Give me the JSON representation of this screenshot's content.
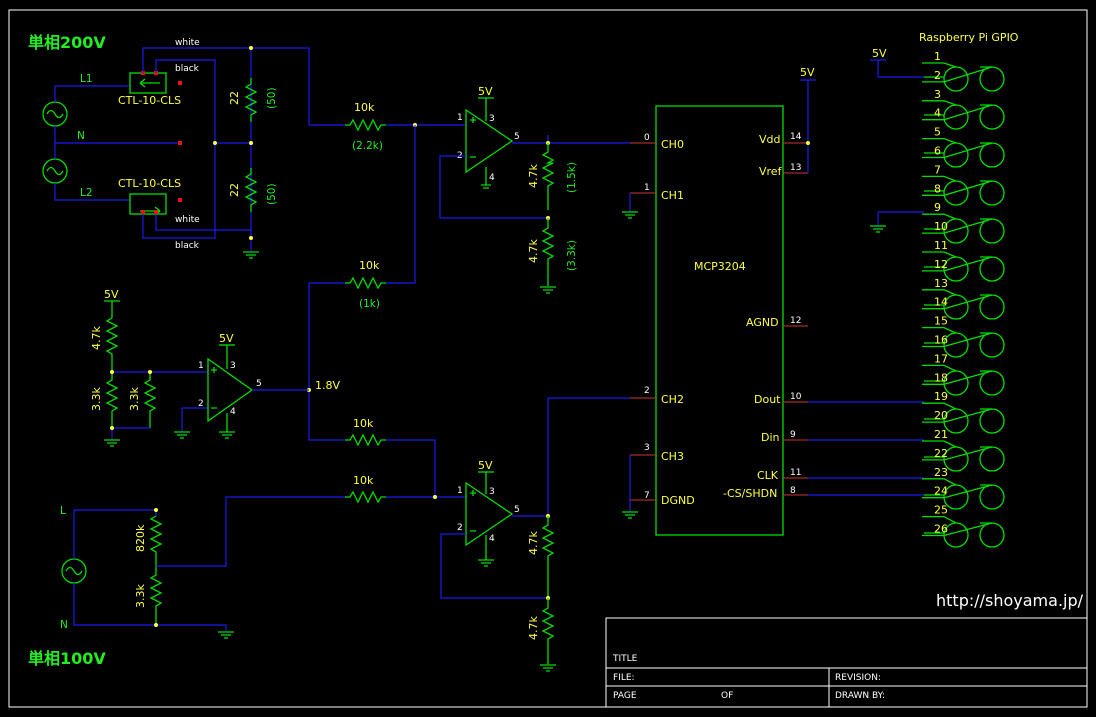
{
  "supply": {
    "title_200v": "単相200V",
    "title_100v": "単相100V",
    "l1": "L1",
    "n": "N",
    "l2": "L2",
    "l": "L",
    "n2": "N"
  },
  "ct": {
    "label1": "CTL-10-CLS",
    "label2": "CTL-10-CLS",
    "white1": "white",
    "black1": "black",
    "white2": "white",
    "black2": "black"
  },
  "resistors": {
    "r22a": "22",
    "r50a": "(50)",
    "r22b": "22",
    "r50b": "(50)",
    "r10k_1": "10k",
    "r2_2k": "(2.2k)",
    "r10k_2": "10k",
    "r1k": "(1k)",
    "r4_7k_a": "4.7k",
    "r1_5k": "(1.5k)",
    "r4_7k_b": "4.7k",
    "r3_3k_a": "(3.3k)",
    "rb_4_7k": "4.7k",
    "rb_3_3k_1": "3.3k",
    "rb_3_3k_2": "3.3k",
    "r10k_3": "10k",
    "r10k_4": "10k",
    "r820k": "820k",
    "r3_3k_v": "3.3k",
    "r4_7k_c": "4.7k",
    "r4_7k_d": "4.7k"
  },
  "opamps": {
    "u1": {
      "vcc": "5V",
      "p1": "1",
      "p2": "2",
      "p3": "3",
      "p4": "4",
      "p5": "5"
    },
    "u2": {
      "vcc": "5V",
      "p1": "1",
      "p2": "2",
      "p3": "3",
      "p4": "4",
      "p5": "5"
    },
    "u3": {
      "vcc": "5V",
      "p1": "1",
      "p2": "2",
      "p3": "3",
      "p4": "4",
      "p5": "5"
    }
  },
  "bias": {
    "vcc": "5V",
    "vout": "1.8V"
  },
  "adc": {
    "name": "MCP3204",
    "left_pins": [
      {
        "num": "0",
        "label": "CH0"
      },
      {
        "num": "1",
        "label": "CH1"
      },
      {
        "num": "2",
        "label": "CH2"
      },
      {
        "num": "3",
        "label": "CH3"
      },
      {
        "num": "7",
        "label": "DGND"
      }
    ],
    "right_pins": [
      {
        "num": "14",
        "label": "Vdd"
      },
      {
        "num": "13",
        "label": "Vref"
      },
      {
        "num": "12",
        "label": "AGND"
      },
      {
        "num": "10",
        "label": "Dout"
      },
      {
        "num": "9",
        "label": "Din"
      },
      {
        "num": "11",
        "label": "CLK"
      },
      {
        "num": "8",
        "label": "-CS/SHDN"
      }
    ],
    "vdd_supply": "5V"
  },
  "gpio": {
    "title": "Raspberry Pi GPIO",
    "supply": "5V",
    "pins": [
      "1",
      "2",
      "3",
      "4",
      "5",
      "6",
      "7",
      "8",
      "9",
      "10",
      "11",
      "12",
      "13",
      "14",
      "15",
      "16",
      "17",
      "18",
      "19",
      "20",
      "21",
      "22",
      "23",
      "24",
      "25",
      "26"
    ]
  },
  "url": "http://shoyama.jp/",
  "titleblock": {
    "title": "TITLE",
    "file": "FILE:",
    "page": "PAGE",
    "of": "OF",
    "revision": "REVISION:",
    "drawn_by": "DRAWN BY:"
  }
}
